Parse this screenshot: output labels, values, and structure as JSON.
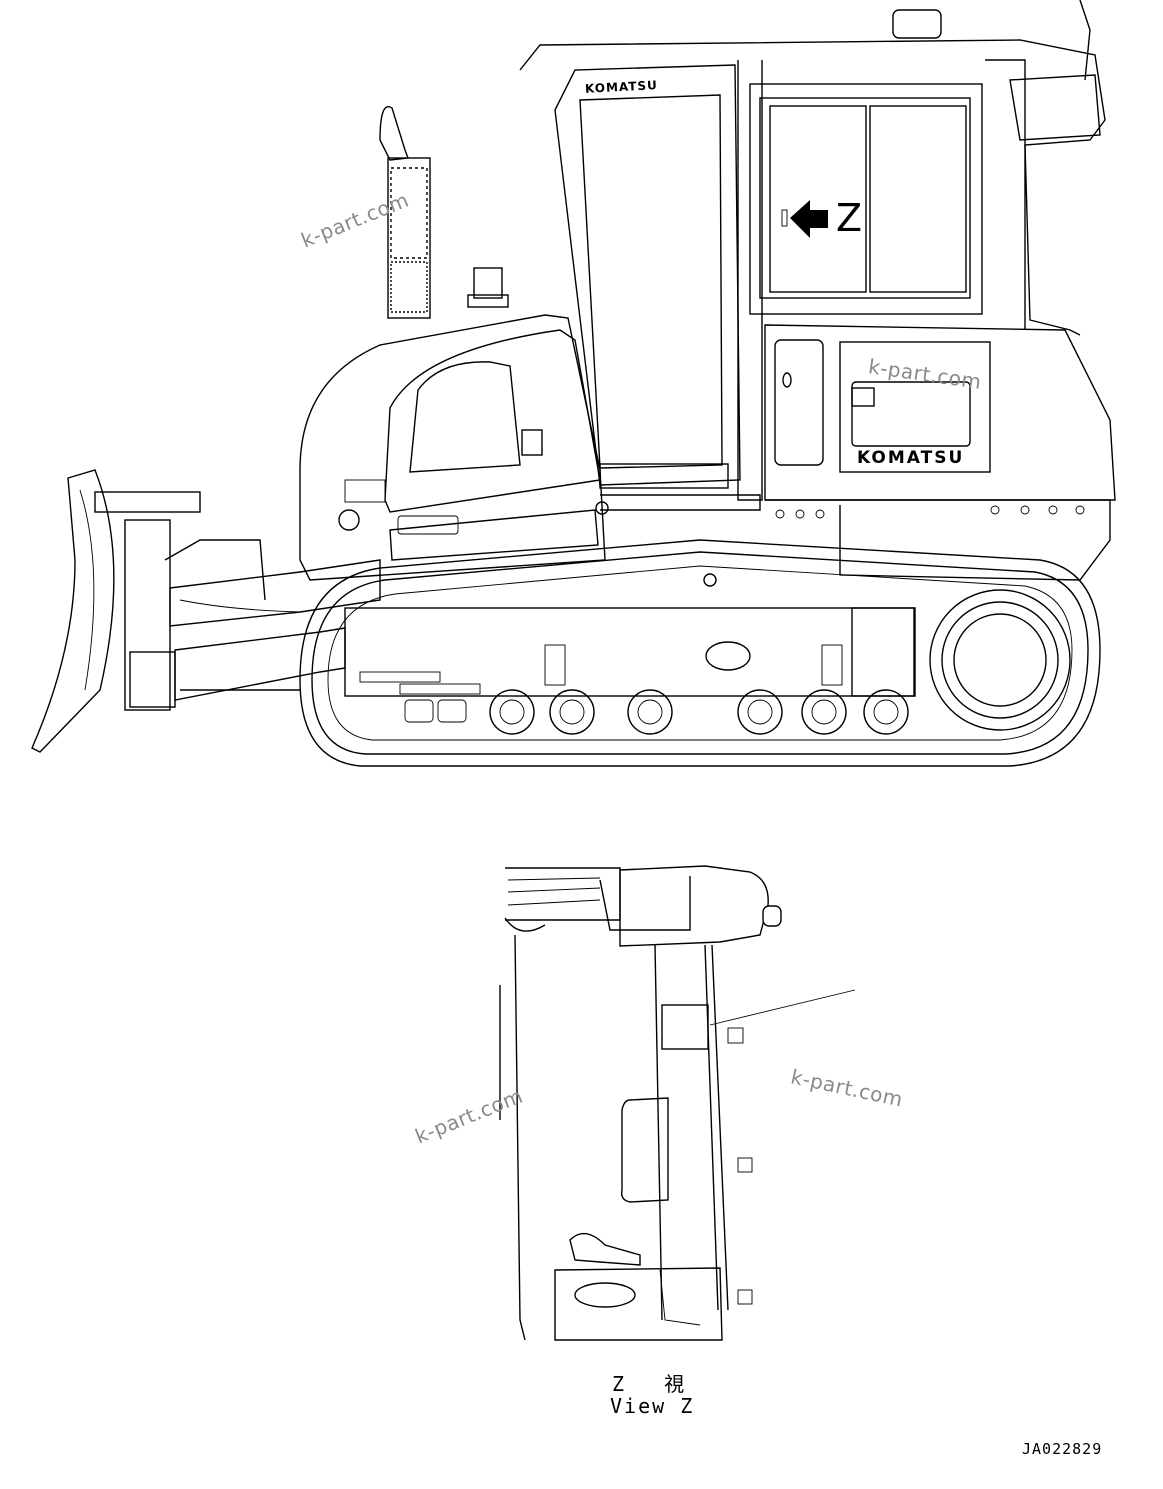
{
  "drawing": {
    "view_marker": "Z",
    "view_title_jp": "Z 視",
    "view_title_en": "View Z",
    "drawing_number": "JA022829",
    "brand_cab": "KOMATSU",
    "brand_hood": "KOMATSU"
  },
  "watermarks": [
    "k-part.com",
    "k-part.com",
    "k-part.com",
    "k-part.com"
  ]
}
